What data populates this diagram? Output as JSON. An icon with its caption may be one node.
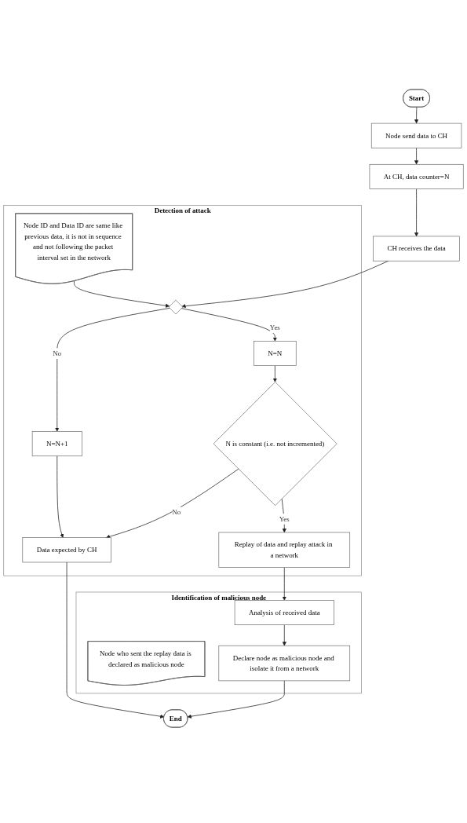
{
  "diagram": {
    "nodes": [
      {
        "text": [
          "Start"
        ]
      },
      {
        "text": [
          "Node send data to CH"
        ]
      },
      {
        "text": [
          "At CH, data counter=N"
        ]
      },
      {
        "text": [
          "CH receives the data"
        ]
      },
      {
        "text": [
          "Detection of attack"
        ]
      },
      {
        "text": [],
        "shape": "diamond",
        "in": 4
      },
      {
        "text": [
          "Node ID and Data ID are same like previous data, it is not in sequence and not following the packet interval set in the network"
        ],
        "in": 4
      },
      {
        "text": [
          "N=N"
        ],
        "in": 4
      },
      {
        "text": [
          "N=N+1"
        ],
        "in": 4
      },
      {
        "text": [
          "N is constant (i.e. not incremented)"
        ],
        "in": 4
      },
      {
        "text": [
          "Data expected by CH"
        ],
        "in": 4
      },
      {
        "text": [
          "Replay of data and replay attack in a network"
        ],
        "in": 4
      },
      {
        "text": [
          "Identification of malicious node"
        ]
      },
      {
        "text": [
          "Analysis of received data"
        ],
        "in": 12
      },
      {
        "text": [
          "Node who sent the replay data is declared as malicious node"
        ],
        "in": 12
      },
      {
        "text": [
          "Declare node as malicious node and isolate it from a network"
        ],
        "in": 12
      },
      {
        "text": [
          "End"
        ]
      }
    ],
    "edges": [
      {
        "from": 0,
        "to": 1,
        "arrow": "to"
      },
      {
        "from": 1,
        "to": 2,
        "arrow": "to"
      },
      {
        "from": 2,
        "to": 3,
        "arrow": "to"
      },
      {
        "from": 3,
        "to": 5,
        "arrow": "to"
      },
      {
        "from": 6,
        "to": 5,
        "arrow": "to"
      },
      {
        "from": 5,
        "to": 8,
        "arrow": "to",
        "label": "No"
      },
      {
        "from": 5,
        "to": 7,
        "arrow": "to",
        "label": "Yes"
      },
      {
        "from": 7,
        "to": 9,
        "arrow": "to"
      },
      {
        "from": 9,
        "to": 10,
        "arrow": "to",
        "label": "No"
      },
      {
        "from": 9,
        "to": 11,
        "arrow": "to",
        "label": "Yes"
      },
      {
        "from": 8,
        "to": 10,
        "arrow": "to"
      },
      {
        "from": 10,
        "to": 16,
        "arrow": "to"
      },
      {
        "from": 11,
        "to": 13,
        "arrow": "to"
      },
      {
        "from": 13,
        "to": 15,
        "arrow": "to"
      },
      {
        "from": 15,
        "to": 16,
        "arrow": "to"
      }
    ]
  }
}
